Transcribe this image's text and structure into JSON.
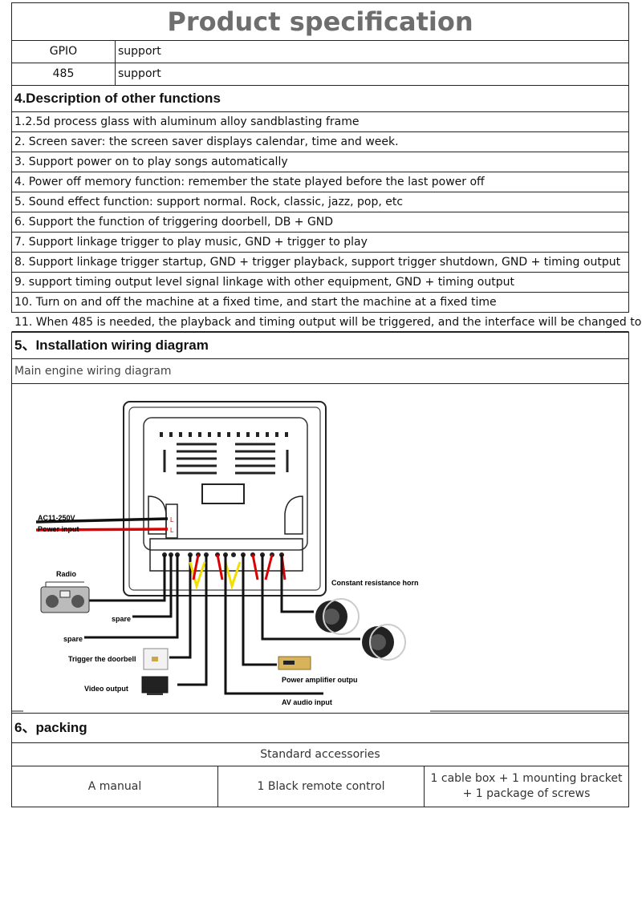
{
  "title": "Product specification",
  "specs": [
    {
      "key": "GPIO",
      "value": "support"
    },
    {
      "key": "485",
      "value": "support"
    }
  ],
  "section4": {
    "heading": "4.Description of other functions",
    "items": [
      "1.2.5d process glass with aluminum alloy sandblasting frame",
      "2. Screen saver: the screen saver displays calendar, time and week.",
      "3. Support power on to play songs automatically",
      "4. Power off memory function: remember the state played before the last power off",
      "5. Sound effect function: support normal. Rock, classic, jazz, pop, etc",
      "6. Support the function of triggering doorbell, DB + GND",
      "7. Support linkage trigger to play music, GND + trigger to play",
      "8. Support linkage trigger startup, GND + trigger playback, support trigger shutdown, GND + timing output",
      "9.  support timing output level signal linkage with other equipment, GND + timing output",
      "10. Turn on and off the machine at a fixed time, and start the machine at a fixed time",
      "11. When 485 is needed, the playback and timing output will be triggered, and the interface will be changed to"
    ]
  },
  "section5": {
    "heading": "5、Installation wiring diagram",
    "subheading": "Main engine wiring diagram",
    "labels": {
      "power": "AC11-250V",
      "power2": "Power input",
      "radio": "Radio",
      "spare1": "spare",
      "spare2": "spare",
      "doorbell": "Trigger the doorbell",
      "video": "Video output",
      "horn": "Constant resistance horn",
      "amp": "Power amplifier outpu",
      "av": "AV  audio input",
      "l1": "L",
      "l2": "L"
    }
  },
  "section6": {
    "heading": "6、packing",
    "accessories_header": "Standard accessories",
    "accessories": [
      "A manual",
      "1 Black remote control",
      "1 cable box + 1 mounting bracket + 1 package of screws"
    ]
  }
}
